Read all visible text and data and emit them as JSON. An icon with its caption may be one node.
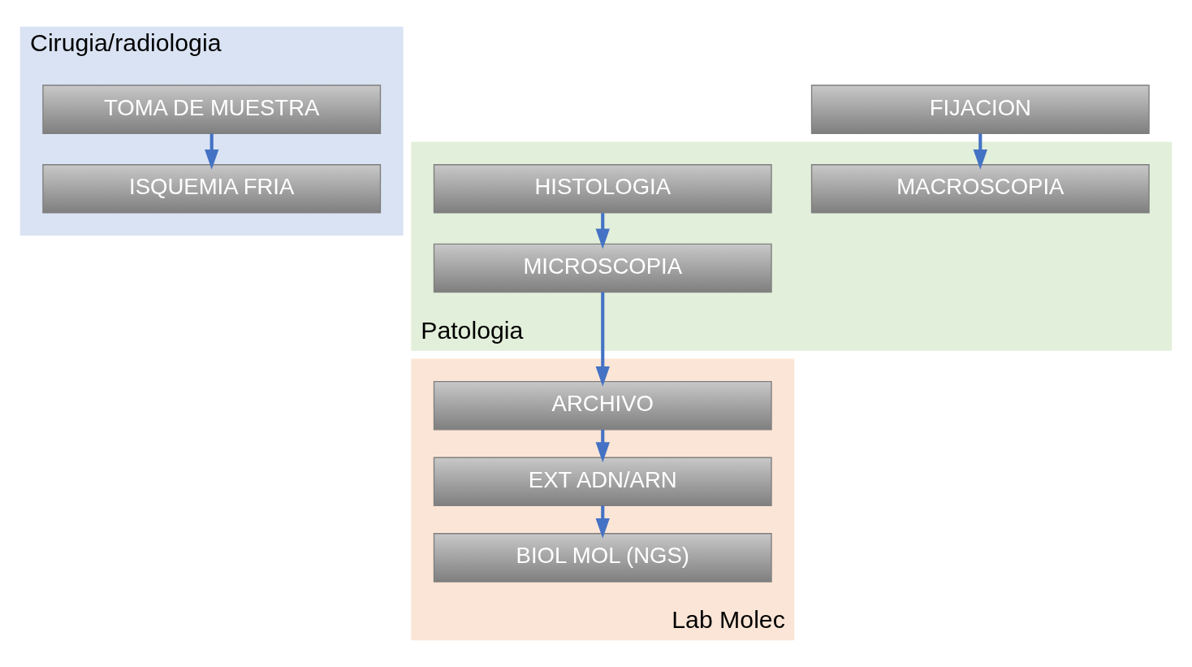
{
  "diagram": {
    "nodes": [
      {
        "text": [
          "Cirugia/radiologia"
        ]
      },
      {
        "text": [
          "TOMA DE MUESTRA"
        ],
        "in": 0
      },
      {
        "text": [
          "ISQUEMIA FRIA"
        ],
        "in": 0
      },
      {
        "text": [
          "FIJACION"
        ]
      },
      {
        "text": [
          "Patologia"
        ]
      },
      {
        "text": [
          "MACROSCOPIA"
        ],
        "in": 4
      },
      {
        "text": [
          "HISTOLOGIA"
        ],
        "in": 4
      },
      {
        "text": [
          "MICROSCOPIA"
        ],
        "in": 4
      },
      {
        "text": [
          "Lab Molec"
        ]
      },
      {
        "text": [
          "BIOL MOL (NGS)"
        ],
        "in": 8
      },
      {
        "text": [
          "EXT ADN/ARN"
        ],
        "in": 8
      },
      {
        "text": [
          "ARCHIVO"
        ],
        "in": 8
      }
    ],
    "edges": [
      {
        "from": 1,
        "to": 2,
        "arrow": "to"
      },
      {
        "from": 3,
        "to": 5,
        "arrow": "to"
      },
      {
        "from": 6,
        "to": 7,
        "arrow": "to"
      },
      {
        "from": 7,
        "to": 11,
        "arrow": "to"
      },
      {
        "from": 11,
        "to": 10,
        "arrow": "to"
      },
      {
        "from": 10,
        "to": 9,
        "arrow": "to"
      }
    ]
  }
}
